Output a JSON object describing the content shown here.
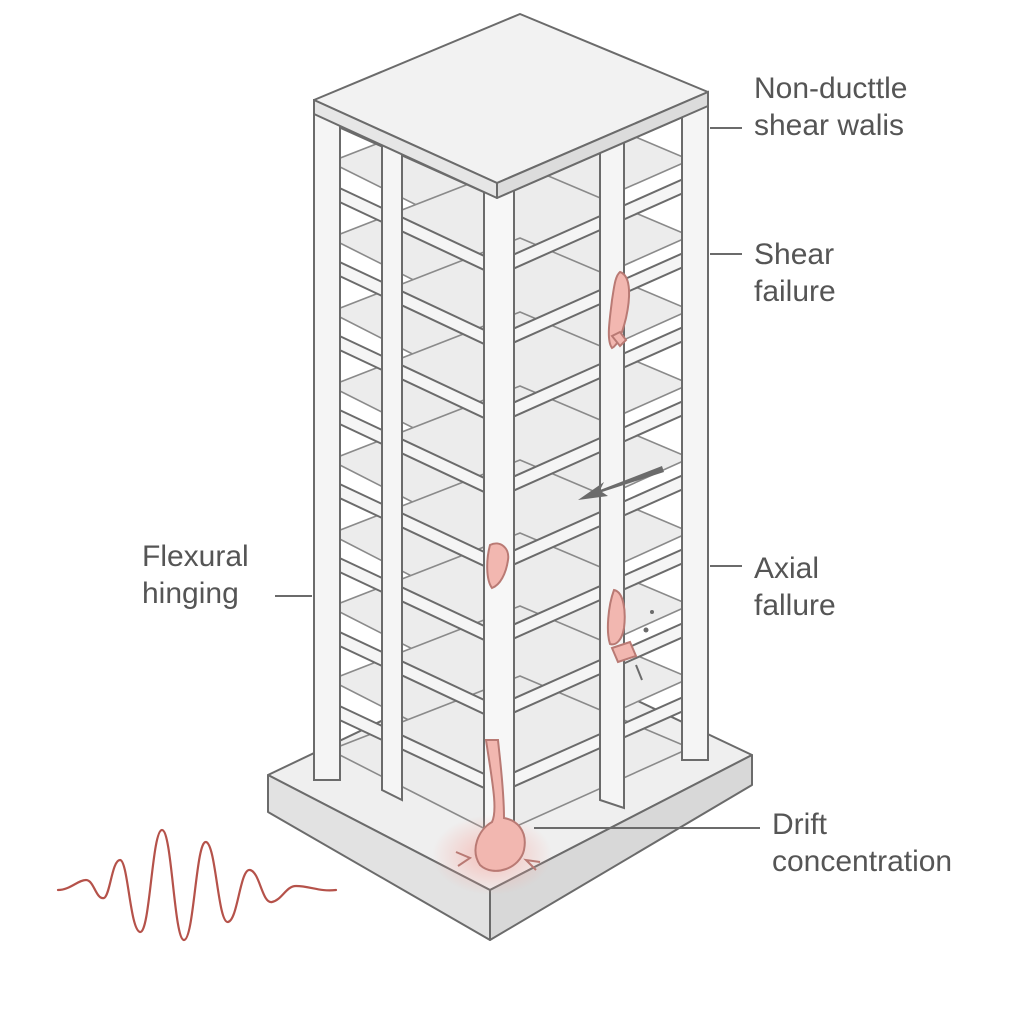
{
  "labels": {
    "non_ductile": {
      "line1": "Non-ducttle",
      "line2": "shear walis"
    },
    "shear_failure": {
      "line1": "Shear",
      "line2": "failure"
    },
    "axial_failure": {
      "line1": "Axial",
      "line2": "fallure"
    },
    "flexural_hinging": {
      "line1": "Flexural",
      "line2": "hinging"
    },
    "drift_concentration": {
      "line1": "Drift",
      "line2": "concentration"
    }
  },
  "colors": {
    "outline": "#6b6b6b",
    "slab": "#e4e4e4",
    "face": "#f4f4f4",
    "damage": "#f2b7b0",
    "damage_stroke": "#b97a74",
    "wave": "#b5524a",
    "label": "#555555"
  }
}
